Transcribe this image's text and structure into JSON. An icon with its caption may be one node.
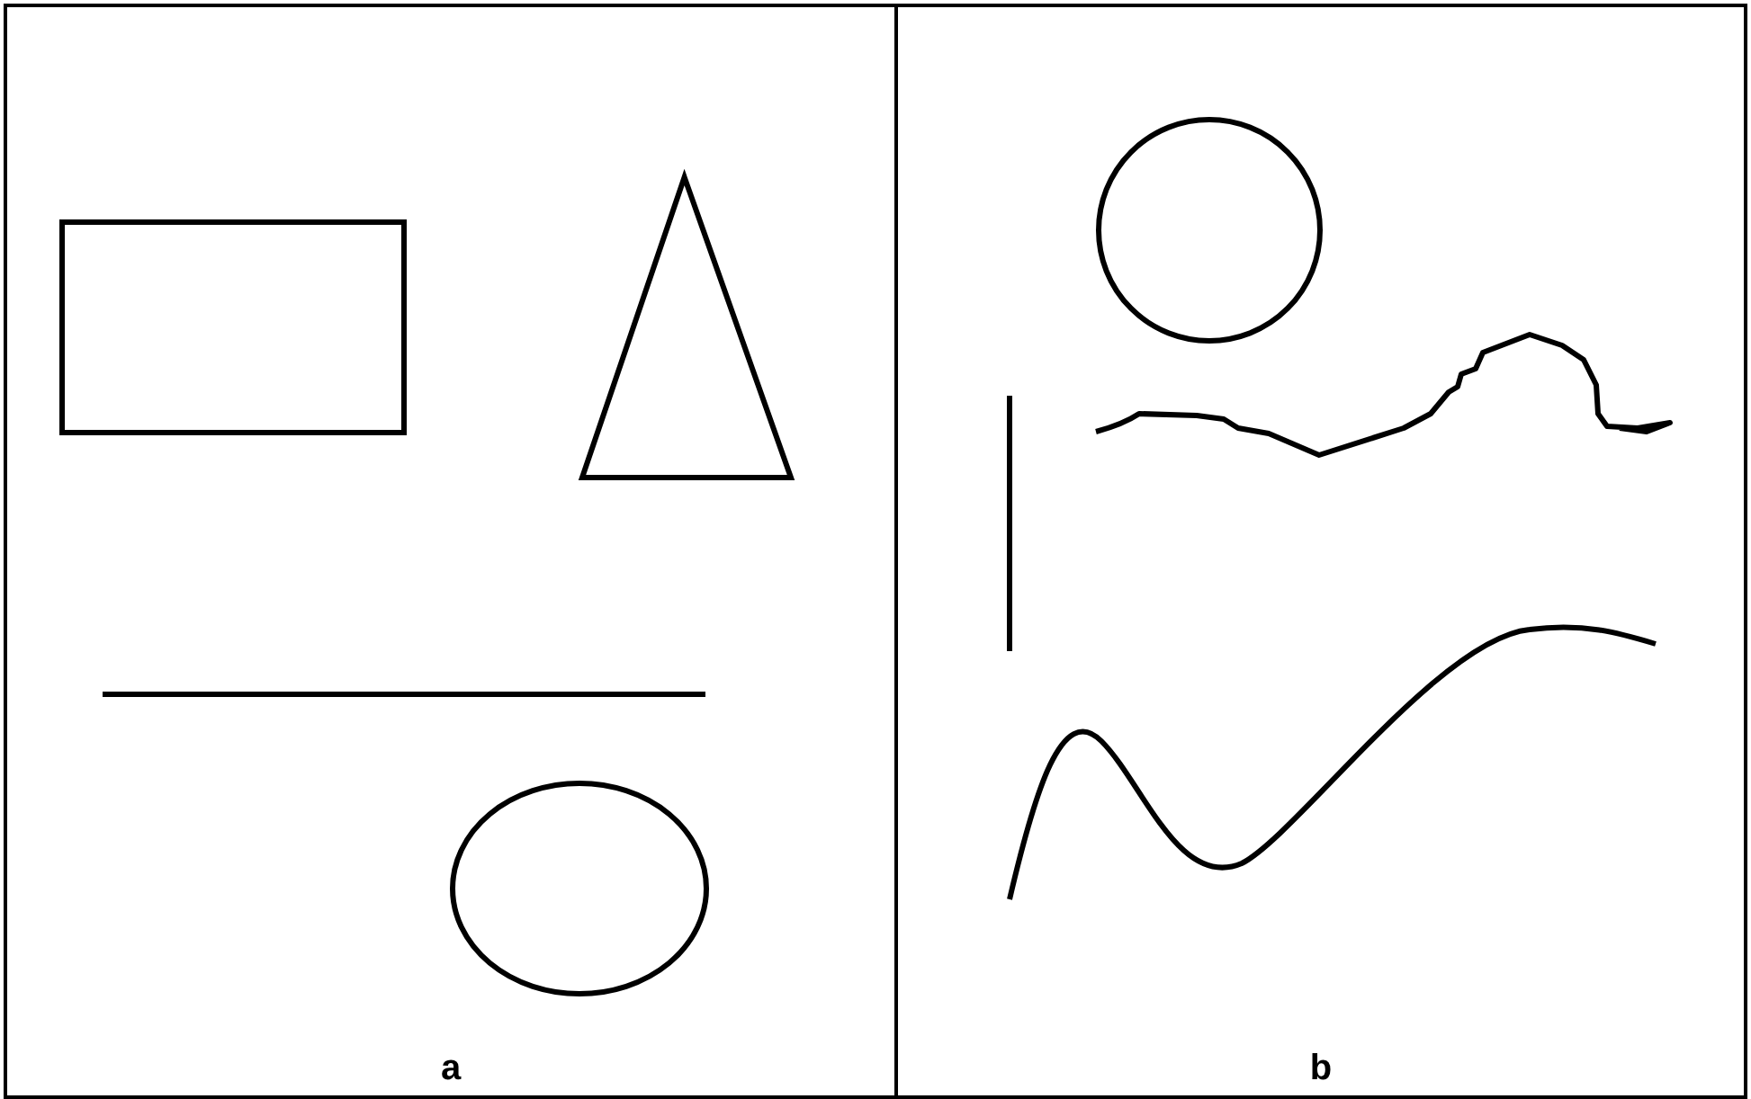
{
  "diagram": {
    "nodes": [
      {
        "text": [
          "a"
        ]
      },
      {
        "text": [
          "b"
        ]
      },
      {
        "text": [],
        "shape": "box",
        "in": 0
      },
      {
        "text": [],
        "shape": "triangle",
        "in": 0
      },
      {
        "text": [],
        "shape": "ellipse",
        "in": 0
      },
      {
        "text": [],
        "shape": "circle",
        "in": 1
      }
    ]
  }
}
